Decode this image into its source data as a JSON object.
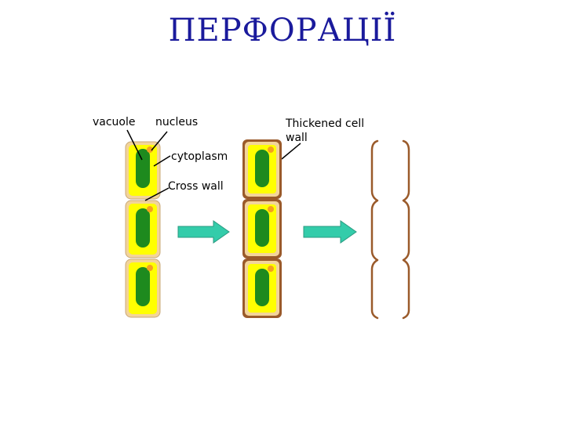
{
  "title": "ПЕРФОРАЦІЇ",
  "labels": {
    "vacuole": "vacuole",
    "nucleus": "nucleus",
    "cytoplasm": "cytoplasm",
    "cross_wall": "Cross wall",
    "thickened_line1": "Thickened cell",
    "thickened_line2": "wall"
  },
  "colors": {
    "title": "#1a1a9c",
    "cytoplasm": "#ffff00",
    "cell_wall_thin": "#f3d49a",
    "cell_wall_thick": "#9a5a2a",
    "vacuole": "#1e8a1e",
    "nucleus": "#f4a020",
    "arrow": "#33ccaa"
  },
  "icons": [
    "right-arrow-icon",
    "right-arrow-icon"
  ]
}
